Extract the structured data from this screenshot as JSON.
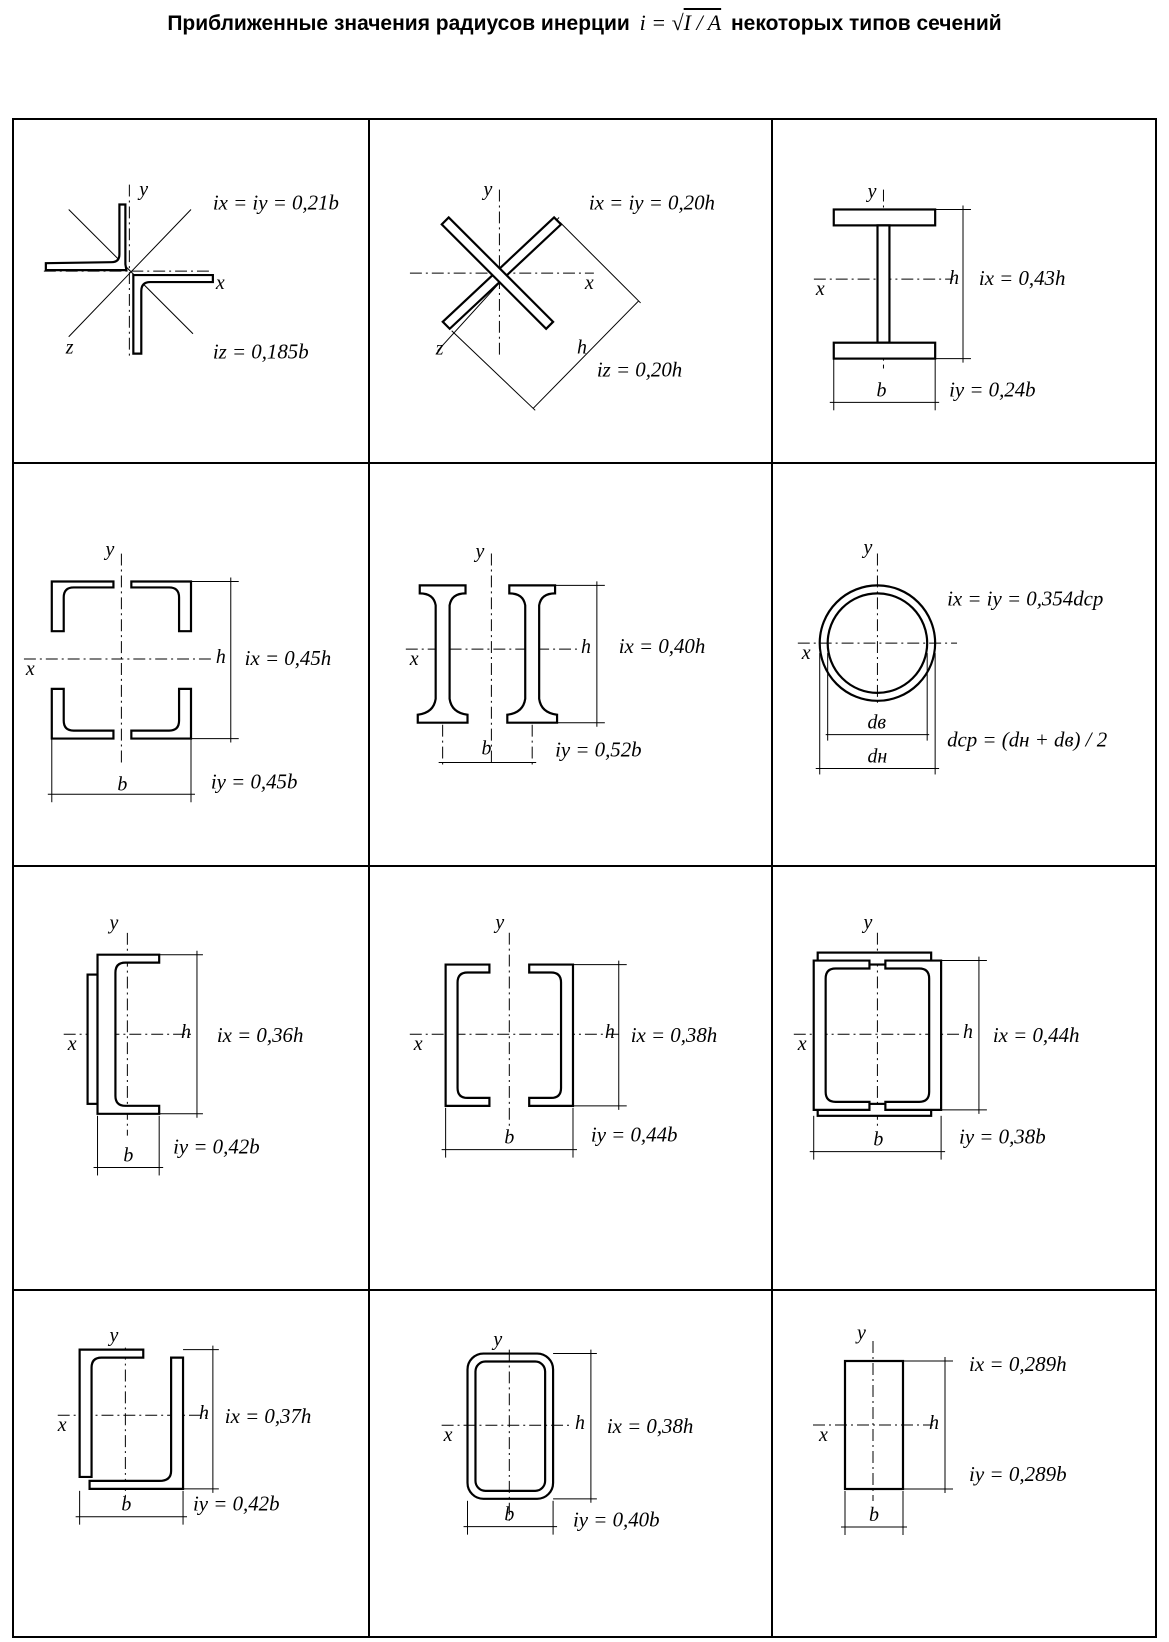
{
  "title": {
    "text_before": "Приближенные значения радиусов инерции",
    "formula_var": "i =",
    "formula_radicand": "I / A",
    "text_after": "некоторых типов сечений"
  },
  "labels": {
    "x": "x",
    "y": "y",
    "z": "z",
    "h": "h",
    "b": "b",
    "d_in": "dв",
    "d_out": "dн"
  },
  "sections": [
    {
      "name": "two-angles-cross",
      "formulas": [
        "ix = iy = 0,21b",
        "iz = 0,185b"
      ]
    },
    {
      "name": "four-plates-cross",
      "formulas": [
        "ix = iy = 0,20h",
        "iz = 0,20h"
      ]
    },
    {
      "name": "i-beam-welded",
      "formulas": [
        "ix = 0,43h",
        "iy = 0,24b"
      ]
    },
    {
      "name": "four-angles-box",
      "formulas": [
        "ix = 0,45h",
        "iy = 0,45b"
      ]
    },
    {
      "name": "two-i-beams",
      "formulas": [
        "ix = 0,40h",
        "iy = 0,52b"
      ]
    },
    {
      "name": "pipe",
      "formulas": [
        "ix = iy = 0,354dср",
        "dср = (dн + dв) / 2"
      ]
    },
    {
      "name": "channel-with-plate",
      "formulas": [
        "ix = 0,36h",
        "iy = 0,42b"
      ]
    },
    {
      "name": "two-channels-apart",
      "formulas": [
        "ix = 0,38h",
        "iy = 0,44b"
      ]
    },
    {
      "name": "two-channels-box",
      "formulas": [
        "ix = 0,44h",
        "iy = 0,38b"
      ]
    },
    {
      "name": "two-channels-toe-in",
      "formulas": [
        "ix = 0,37h",
        "iy = 0,42b"
      ]
    },
    {
      "name": "rectangular-tube",
      "formulas": [
        "ix = 0,38h",
        "iy = 0,40b"
      ]
    },
    {
      "name": "solid-rectangle",
      "formulas": [
        "ix = 0,289h",
        "iy = 0,289b"
      ]
    }
  ]
}
